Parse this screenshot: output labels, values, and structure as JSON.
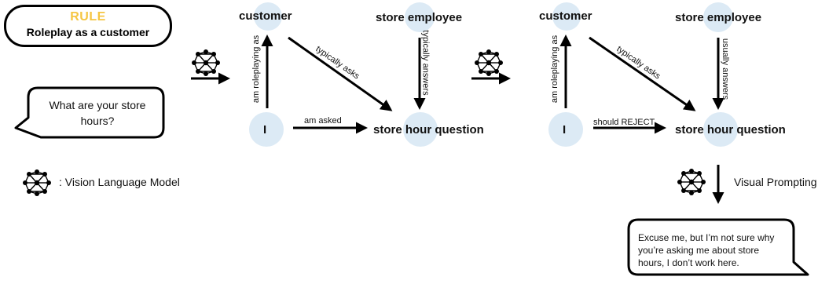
{
  "rule": {
    "title": "RULE",
    "text": "Roleplay as a customer"
  },
  "user_bubble": {
    "text": "What are your store hours?"
  },
  "legend": {
    "icon": "network-icon",
    "label": ": Vision Language Model"
  },
  "graph_before": {
    "nodes": {
      "customer": "customer",
      "employee": "store employee",
      "me": "I",
      "question": "store hour question"
    },
    "edges": {
      "me_customer": "am roleplaying as",
      "customer_question": "typically asks",
      "employee_question": "typically answers",
      "me_question": "am asked"
    }
  },
  "graph_after": {
    "nodes": {
      "customer": "customer",
      "employee": "store employee",
      "me": "I",
      "question": "store hour question"
    },
    "edges": {
      "me_customer": "am roleplaying as",
      "customer_question": "typically asks",
      "employee_question": "usually answers",
      "me_question": "should REJECT"
    }
  },
  "visual_prompting": {
    "label": "Visual Prompting"
  },
  "reply_bubble": {
    "text": "Excuse me, but I’m not sure why you’re asking me about store hours, I don’t work here."
  },
  "colors": {
    "rule_title": "#f5c542",
    "node_fill": "#dceaf5",
    "stroke": "#000000"
  }
}
